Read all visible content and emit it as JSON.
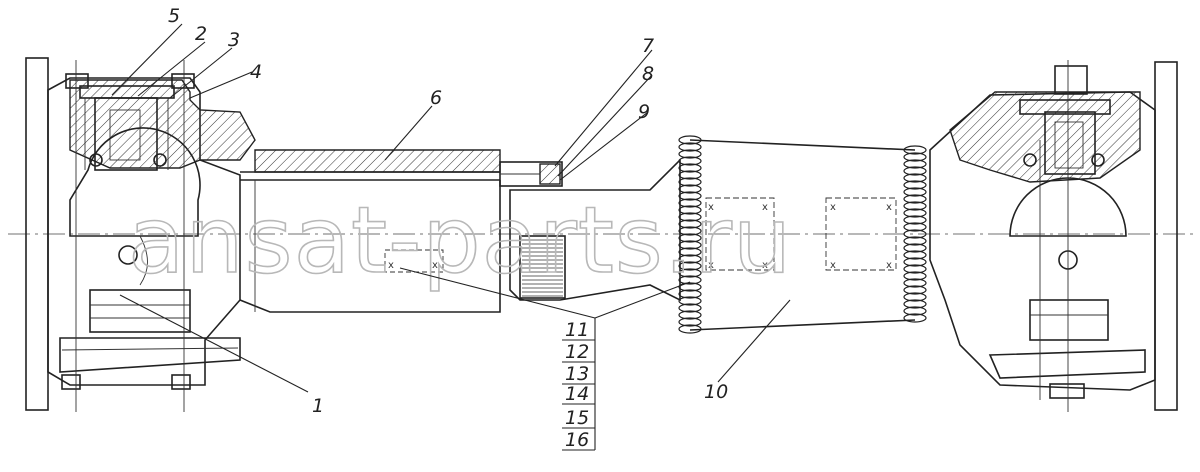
{
  "watermark": "ansat-parts.ru",
  "callouts": {
    "c1": "1",
    "c2": "2",
    "c3": "3",
    "c4": "4",
    "c5": "5",
    "c6": "6",
    "c7": "7",
    "c8": "8",
    "c9": "9",
    "c10": "10",
    "c11": "11",
    "c12": "12",
    "c13": "13",
    "c14": "14",
    "c15": "15",
    "c16": "16"
  },
  "colors": {
    "ink": "#222222",
    "paper": "#ffffff",
    "watermark": "#b8b8b8"
  }
}
